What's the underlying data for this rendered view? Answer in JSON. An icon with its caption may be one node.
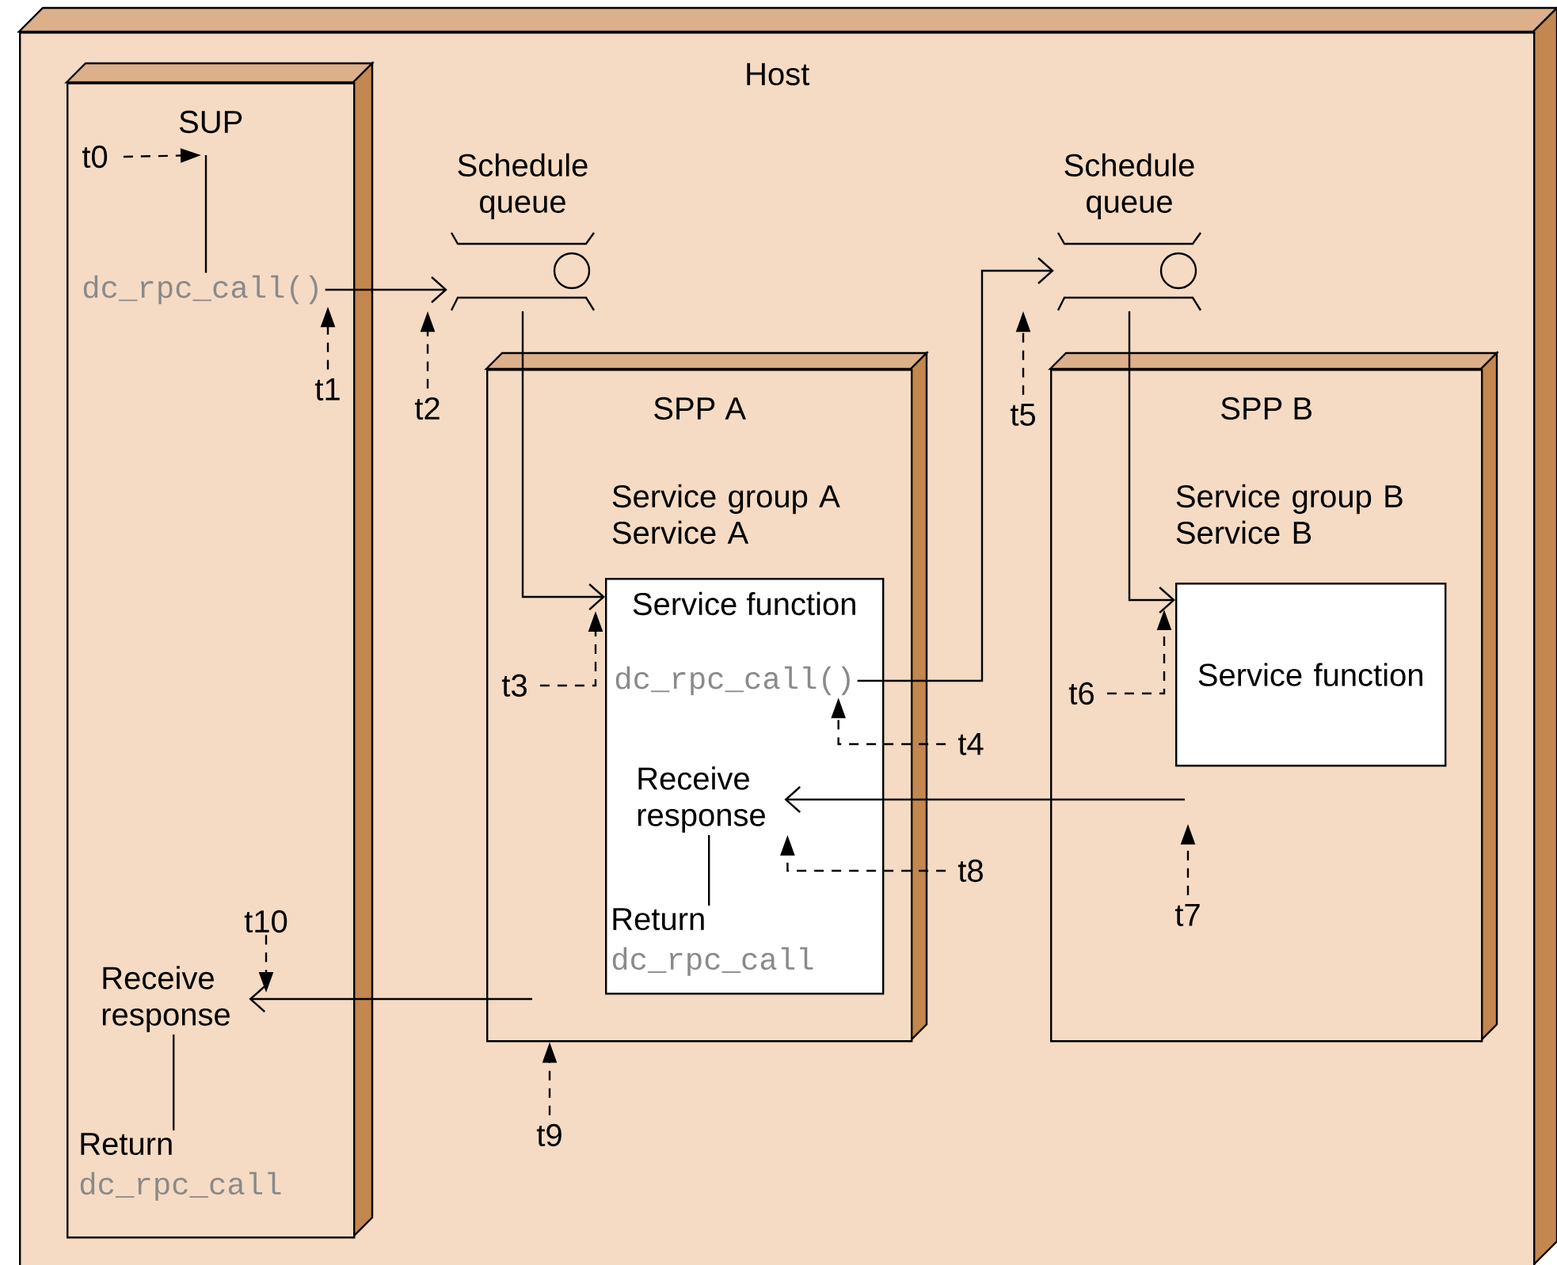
{
  "diagram": {
    "nodes": [
      {
        "text": [
          "Host"
        ]
      },
      {
        "text": [
          "SUP"
        ],
        "in": 0
      },
      {
        "text": [
          "dc_rpc_call()"
        ],
        "in": 1
      },
      {
        "text": [
          "Receive response"
        ],
        "in": 1
      },
      {
        "text": [
          "Return",
          "dc_rpc_call"
        ],
        "in": 1
      },
      {
        "text": [
          "Schedule queue"
        ],
        "in": 0
      },
      {
        "text": [
          "SPP A",
          "Service group A Service A"
        ],
        "in": 0
      },
      {
        "text": [
          "Service function"
        ],
        "in": 6
      },
      {
        "text": [
          "dc_rpc_call()"
        ],
        "in": 7
      },
      {
        "text": [
          "Receive response"
        ],
        "in": 7
      },
      {
        "text": [
          "Return",
          "dc_rpc_call"
        ],
        "in": 7
      },
      {
        "text": [
          "Schedule queue"
        ],
        "in": 0
      },
      {
        "text": [
          "SPP B",
          "Service group B Service B"
        ],
        "in": 0
      },
      {
        "text": [
          "Service function"
        ],
        "in": 12
      },
      {
        "text": [
          "t0"
        ],
        "in": 1
      },
      {
        "text": [
          "t1"
        ],
        "in": 1
      },
      {
        "text": [
          "t2"
        ],
        "in": 0
      },
      {
        "text": [
          "t3"
        ],
        "in": 6
      },
      {
        "text": [
          "t4"
        ],
        "in": 0
      },
      {
        "text": [
          "t5"
        ],
        "in": 0
      },
      {
        "text": [
          "t6"
        ],
        "in": 12
      },
      {
        "text": [
          "t7"
        ],
        "in": 12
      },
      {
        "text": [
          "t8"
        ],
        "in": 0
      },
      {
        "text": [
          "t9"
        ],
        "in": 0
      },
      {
        "text": [
          "t10"
        ],
        "in": 1
      }
    ],
    "edges": [
      {
        "from": null,
        "to": 2,
        "arrow": "none"
      },
      {
        "from": 2,
        "to": 5,
        "arrow": "to"
      },
      {
        "from": 5,
        "to": 7,
        "arrow": "to"
      },
      {
        "from": 8,
        "to": 11,
        "arrow": "to"
      },
      {
        "from": 11,
        "to": 13,
        "arrow": "to"
      },
      {
        "from": null,
        "to": 9,
        "arrow": "to"
      },
      {
        "from": 9,
        "to": 10,
        "arrow": "none"
      },
      {
        "from": null,
        "to": 3,
        "arrow": "to"
      },
      {
        "from": 3,
        "to": 4,
        "arrow": "none"
      },
      {
        "from": 14,
        "to": null,
        "arrow": "to",
        "style": "dashed"
      },
      {
        "from": 15,
        "to": 2,
        "arrow": "to",
        "style": "dashed"
      },
      {
        "from": 16,
        "to": 5,
        "arrow": "to",
        "style": "dashed"
      },
      {
        "from": 17,
        "to": 7,
        "arrow": "to",
        "style": "dashed"
      },
      {
        "from": 18,
        "to": 8,
        "arrow": "to",
        "style": "dashed"
      },
      {
        "from": 19,
        "to": 11,
        "arrow": "to",
        "style": "dashed"
      },
      {
        "from": 20,
        "to": 13,
        "arrow": "to",
        "style": "dashed"
      },
      {
        "from": 21,
        "to": null,
        "arrow": "to",
        "style": "dashed"
      },
      {
        "from": 22,
        "to": 9,
        "arrow": "to",
        "style": "dashed"
      },
      {
        "from": 23,
        "to": 6,
        "arrow": "to",
        "style": "dashed"
      },
      {
        "from": 24,
        "to": 3,
        "arrow": "to",
        "style": "dashed"
      }
    ]
  }
}
